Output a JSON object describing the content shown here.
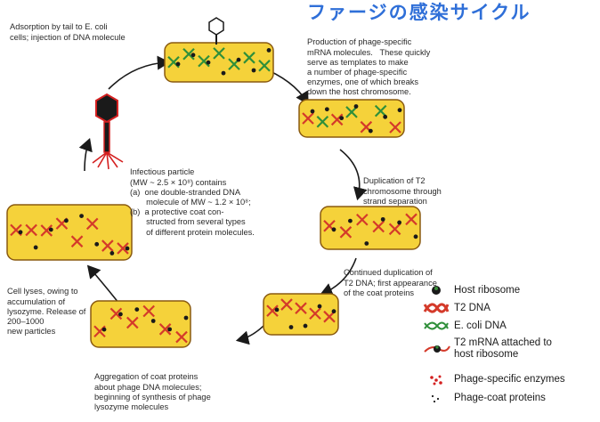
{
  "header": {
    "title_fragment": "ファージの感染サイクル"
  },
  "captions": {
    "adsorption": [
      "Adsorption by tail to E. coli",
      "cells; injection of DNA molecule"
    ],
    "production": [
      "Production of phage-specific",
      "mRNA molecules.   These quickly",
      "serve as templates to make",
      "a number of phage-specific",
      "enzymes, one of which breaks",
      "down the host chromosome."
    ],
    "infectious": [
      "Infectious particle",
      "(MW ~ 2.5 × 10⁸) contains",
      "(a)  one double-stranded DNA",
      "       molecule of MW ~ 1.2 × 10⁸;",
      "(b)  a protective coat con-",
      "       structed from several types",
      "       of different protein molecules."
    ],
    "duplication": [
      "Duplication of T2",
      "chromosome through",
      "strand separation"
    ],
    "continued": [
      "Continued duplication of",
      "T2 DNA; first appearance",
      "of the coat proteins"
    ],
    "lysis": [
      "Cell lyses, owing to",
      "accumulation of",
      "lysozyme. Release of",
      "200–1000",
      "new particles"
    ],
    "aggregation": [
      "Aggregation of coat proteins",
      "about phage DNA molecules;",
      "beginning of synthesis of phage",
      "lysozyme molecules"
    ]
  },
  "legend": [
    {
      "icon": "host-ribosome-icon",
      "label": "Host ribosome"
    },
    {
      "icon": "t2-dna-icon",
      "label": "T2 DNA"
    },
    {
      "icon": "ecoli-dna-icon",
      "label": "E. coli DNA"
    },
    {
      "icon": "t2-mrna-ribosome-icon",
      "label": "T2 mRNA attached to\nhost ribosome"
    },
    {
      "icon": "phage-enzymes-icon",
      "label": "Phage-specific enzymes"
    },
    {
      "icon": "phage-coat-proteins-icon",
      "label": "Phage-coat proteins"
    }
  ],
  "colors": {
    "cell_fill": "#f5d23a",
    "cell_stroke": "#8a5a10",
    "t2_dna": "#d43a2a",
    "ecoli_dna": "#2f8f3a",
    "ribosome": "#1a1a1a",
    "phage_outline": "#d42020",
    "title": "#2f6fd8"
  }
}
